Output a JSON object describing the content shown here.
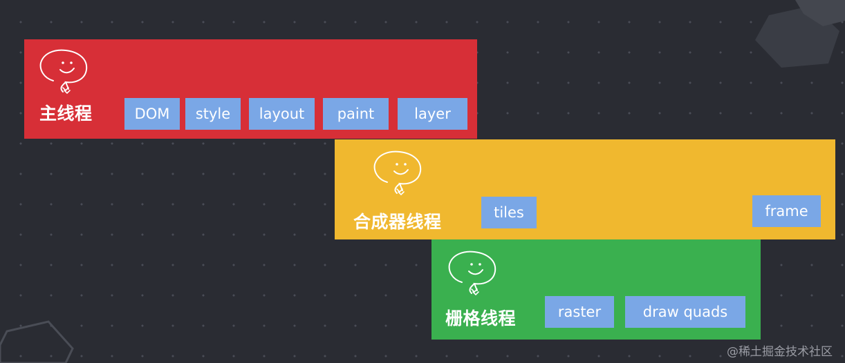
{
  "panels": {
    "main": {
      "title": "主线程",
      "steps": [
        "DOM",
        "style",
        "layout",
        "paint",
        "layer"
      ]
    },
    "compositor": {
      "title": "合成器线程",
      "steps": [
        "tiles",
        "frame"
      ]
    },
    "raster": {
      "title": "栅格线程",
      "steps": [
        "raster",
        "draw quads"
      ]
    }
  },
  "watermark": "@稀土掘金技术社区",
  "colors": {
    "background": "#2a2c33",
    "main_thread": "#d72f37",
    "compositor_thread": "#f0b82f",
    "raster_thread": "#3ab04f",
    "step_chip": "#7aa7e6",
    "text": "#ffffff"
  },
  "icons": {
    "thread_icon": "smiley-speech-bubble-icon"
  }
}
